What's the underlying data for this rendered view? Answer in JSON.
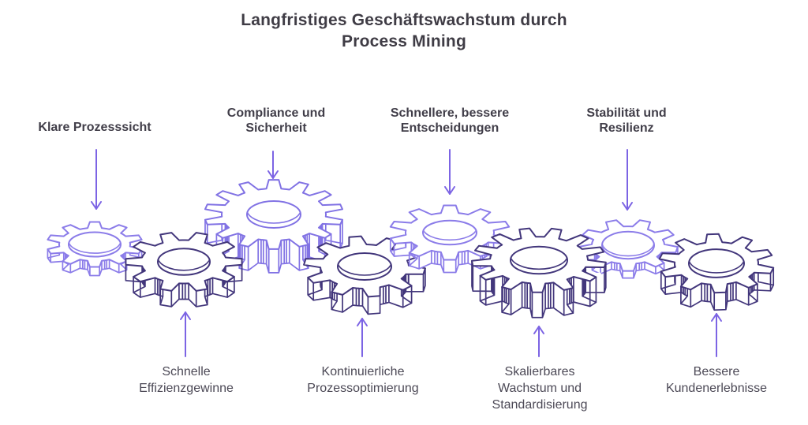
{
  "title": {
    "line1": "Langfristiges Geschäftswachstum durch",
    "line2": "Process Mining"
  },
  "benefits_top": [
    {
      "label": "Klare Prozesssicht"
    },
    {
      "label": "Compliance und Sicherheit"
    },
    {
      "label": "Schnellere, bessere Entscheidungen"
    },
    {
      "label": "Stabilität und Resilienz"
    }
  ],
  "benefits_bottom": [
    {
      "label": "Schnelle Effizienzgewinne"
    },
    {
      "label": "Kontinuierliche Prozessoptimierung"
    },
    {
      "label": "Skalierbares Wachstum und Standardisierung"
    },
    {
      "label": "Bessere Kundenerlebnisse"
    }
  ],
  "icons": {
    "gear": "gear-icon",
    "arrow_down": "down-arrow-icon",
    "arrow_up": "up-arrow-icon"
  },
  "colors": {
    "gear_light": "#8b7ce9",
    "gear_medium": "#8172e4",
    "gear_dark": "#42367b",
    "arrow": "#7c64e4",
    "title_text": "#3f3c45",
    "label_top_text": "#413e49",
    "label_bottom_text": "#4c4956",
    "background": "#ffffff"
  }
}
